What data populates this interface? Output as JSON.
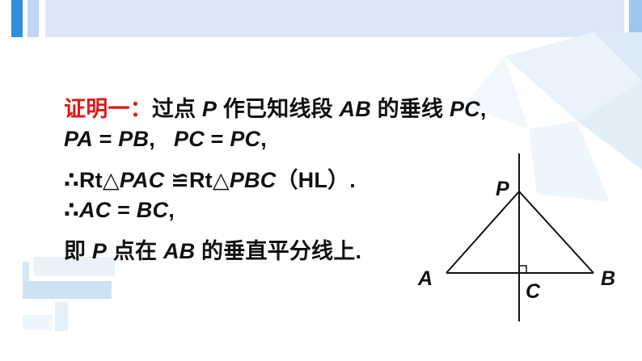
{
  "proof": {
    "heading": "证明一：",
    "line1": [
      "过点 ",
      "P",
      " 作已知线段 ",
      "AB",
      " 的垂线 ",
      "PC",
      ","
    ],
    "line2": [
      "PA",
      " = ",
      "PB",
      ",   ",
      "PC",
      " = ",
      "PC",
      ","
    ],
    "line3": [
      "∴Rt△",
      "PAC",
      " ≌Rt△",
      "PBC",
      "（HL）."
    ],
    "line4": [
      "∴",
      "AC",
      " = ",
      "BC",
      ","
    ],
    "line5": [
      "即 ",
      "P",
      " 点在 ",
      "AB",
      " 的垂直平分线上."
    ]
  },
  "figure": {
    "label_p": "P",
    "label_a": "A",
    "label_b": "B",
    "label_c": "C"
  },
  "colors": {
    "heading": "#e01818",
    "text": "#111111",
    "topbar_light": "#dbe6f7",
    "topbar_dark": "#2f8fd8"
  }
}
